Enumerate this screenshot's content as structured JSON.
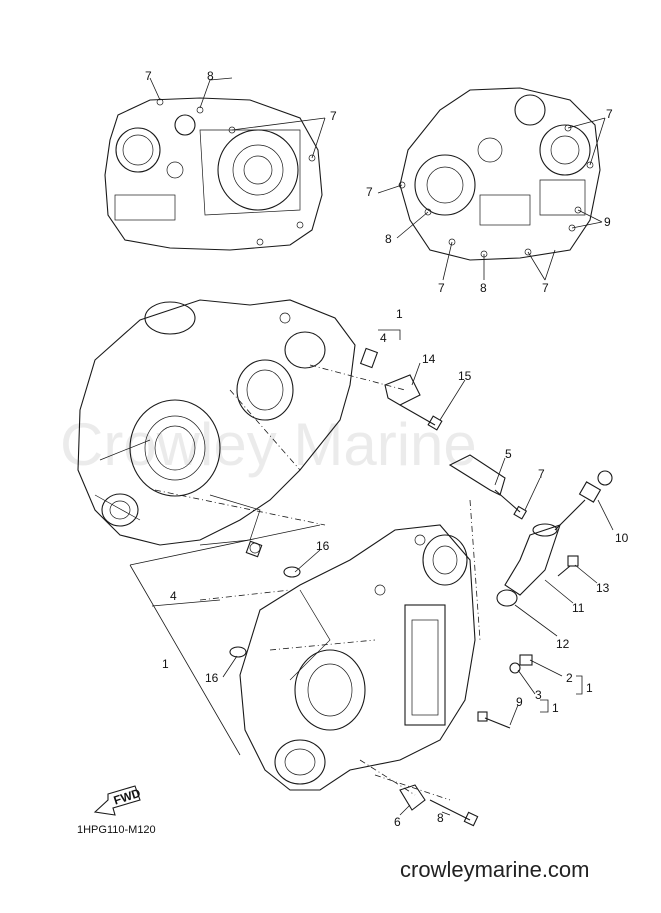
{
  "watermark": "Crowley Marine",
  "diagram_code": "1HPG110-M120",
  "website": "crowleymarine.com",
  "fwd_label": "FWD",
  "callouts": {
    "top_left_7": "7",
    "top_left_8": "8",
    "top_left_7b": "7",
    "top_right_7a": "7",
    "top_right_7b": "7",
    "top_right_8a": "8",
    "top_right_9": "9",
    "top_right_7c": "7",
    "top_right_8b": "8",
    "top_right_7d": "7",
    "p1_top": "1",
    "p4_top": "4",
    "p14": "14",
    "p15": "15",
    "p5": "5",
    "p7": "7",
    "p10": "10",
    "p13": "13",
    "p11": "11",
    "p12": "12",
    "p16a": "16",
    "p4_left": "4",
    "p1_left": "1",
    "p16b": "16",
    "p2": "2",
    "p1_r1": "1",
    "p3": "3",
    "p1_r2": "1",
    "p9": "9",
    "p6": "6",
    "p8": "8"
  }
}
